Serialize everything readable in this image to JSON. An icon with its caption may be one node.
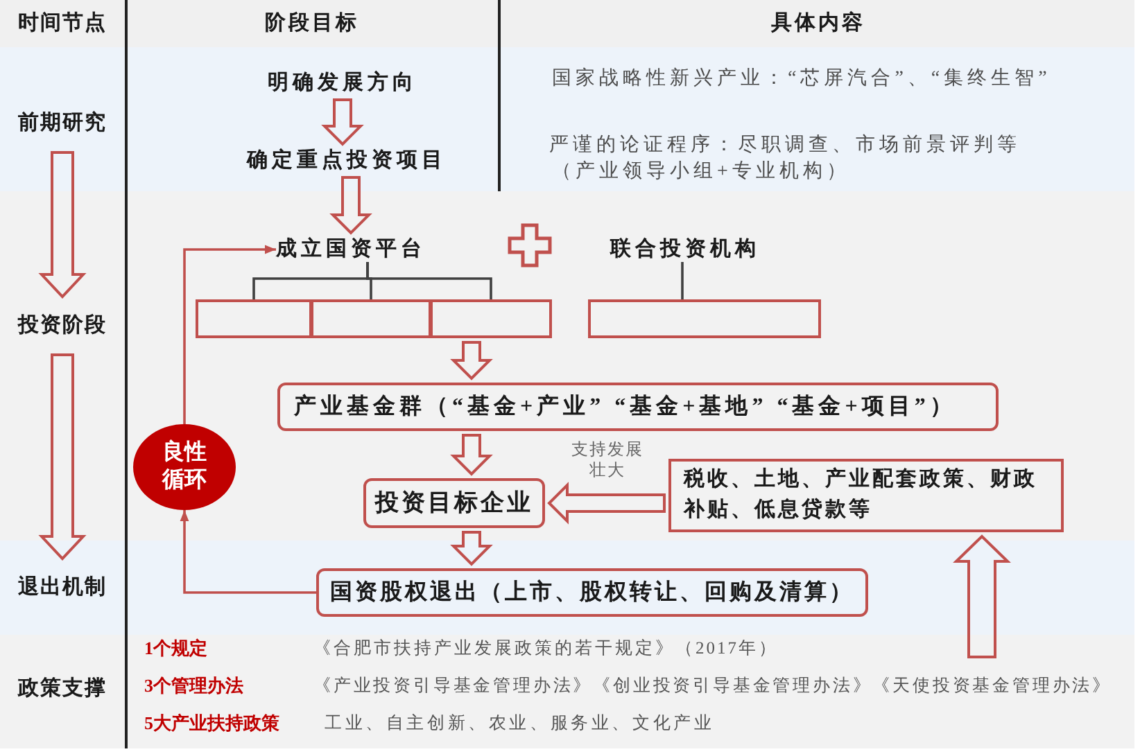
{
  "diagram": {
    "nodes": [
      {
        "text": [
          "前期研究"
        ]
      },
      {
        "text": [
          "明确发展方向"
        ]
      },
      {
        "text": [
          "确定重点投资项目"
        ]
      },
      {
        "text": [
          "投资阶段"
        ]
      },
      {
        "text": [
          "成立国资平台"
        ]
      },
      {
        "text": [
          "联合投资机构"
        ]
      },
      {
        "text": [],
        "shape": "box"
      },
      {
        "text": [],
        "shape": "box"
      },
      {
        "text": [],
        "shape": "box"
      },
      {
        "text": [],
        "shape": "box"
      },
      {
        "text": [
          "良性循环"
        ]
      },
      {
        "text": [
          "产业基金群（“基金+产业” “基金+基地” “基金+项目”）"
        ]
      },
      {
        "text": [
          "投资目标企业"
        ]
      },
      {
        "text": [
          "税收、土地、产业配套政策、财政补贴、低息贷款等"
        ]
      },
      {
        "text": [
          "退出机制"
        ]
      },
      {
        "text": [
          "国资股权退出（上市、股权转让、回购及清算）"
        ]
      }
    ],
    "edges": [
      {
        "from": 0,
        "to": 3,
        "arrow": "to",
        "style": "thick"
      },
      {
        "from": 3,
        "to": 14,
        "arrow": "to",
        "style": "thick"
      },
      {
        "from": 1,
        "to": 2,
        "arrow": "to",
        "style": "thick"
      },
      {
        "from": 2,
        "to": 4,
        "arrow": "to",
        "style": "thick"
      },
      {
        "from": 4,
        "to": 6,
        "arrow": "none",
        "color": "#404040"
      },
      {
        "from": 4,
        "to": 7,
        "arrow": "none",
        "color": "#404040"
      },
      {
        "from": 4,
        "to": 8,
        "arrow": "none",
        "color": "#404040"
      },
      {
        "from": 5,
        "to": 9,
        "arrow": "none",
        "color": "#404040"
      },
      {
        "from": 8,
        "to": 11,
        "arrow": "to",
        "style": "thick"
      },
      {
        "from": 11,
        "to": 12,
        "arrow": "to",
        "style": "thick"
      },
      {
        "from": 13,
        "to": 12,
        "arrow": "to",
        "style": "thick",
        "label": "支持发展壮大"
      },
      {
        "from": 12,
        "to": 15,
        "arrow": "to",
        "style": "thick"
      },
      {
        "from": 15,
        "to": 10,
        "arrow": "to",
        "color": "#c0504d"
      },
      {
        "from": 10,
        "to": 4,
        "arrow": "to",
        "color": "#c0504d"
      },
      {
        "from": null,
        "to": 13,
        "arrow": "to",
        "style": "thick"
      }
    ],
    "labels": [
      "时间节点",
      "阶段目标",
      "具体内容",
      "国家战略性新兴产业：“芯屏汽合”、“集终生智”",
      "严谨的论证程序：尽职调查、市场前景评判等",
      "（产业领导小组+专业机构）",
      "政策支撑",
      "1个规定",
      "《合肥市扶持产业发展政策的若干规定》（2017年）",
      "3个管理办法",
      "《产业投资引导基金管理办法》《创业投资引导基金管理办法》《天使投资基金管理办法》",
      "5大产业扶持政策",
      "工业、自主创新、农业、服务业、文化产业"
    ]
  }
}
